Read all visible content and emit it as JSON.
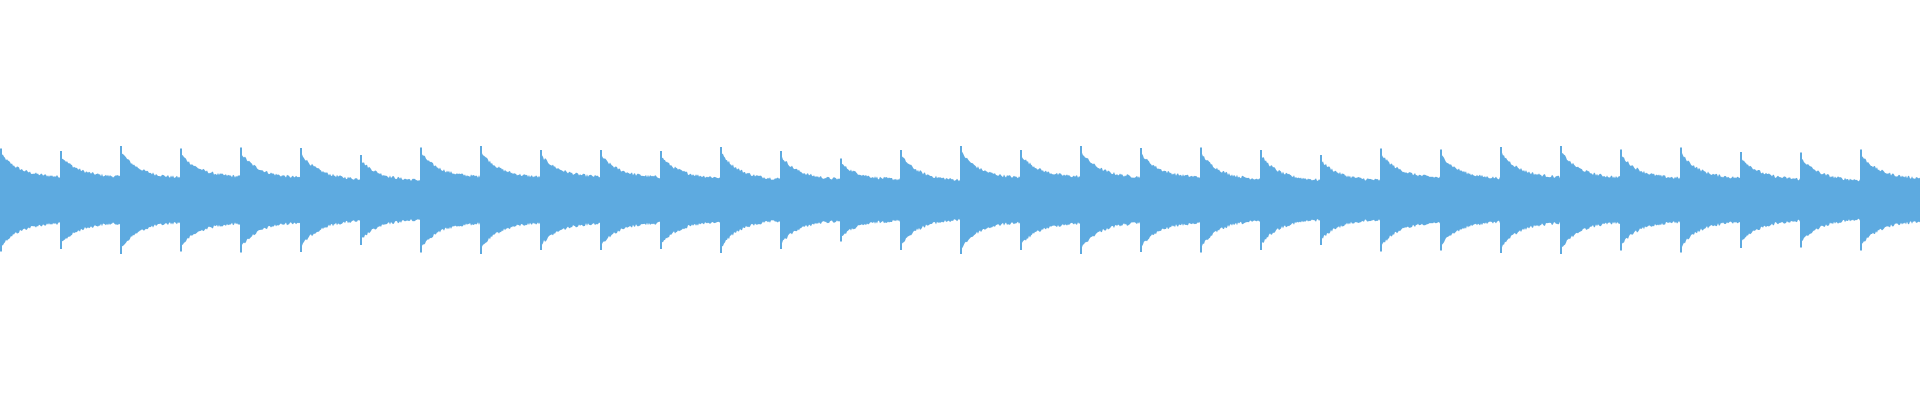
{
  "waveform": {
    "color": "#5DAAE0",
    "background": "#FFFFFF",
    "beat_count": 32,
    "peak_amplitude": 0.97,
    "tail_amplitude": 0.4,
    "decay_rate": 3.2,
    "beats": [
      {
        "peak": 0.95,
        "tail": 0.45
      },
      {
        "peak": 0.9,
        "tail": 0.45
      },
      {
        "peak": 1.0,
        "tail": 0.43
      },
      {
        "peak": 0.95,
        "tail": 0.45
      },
      {
        "peak": 0.97,
        "tail": 0.43
      },
      {
        "peak": 0.96,
        "tail": 0.4
      },
      {
        "peak": 0.82,
        "tail": 0.38
      },
      {
        "peak": 0.97,
        "tail": 0.45
      },
      {
        "peak": 1.0,
        "tail": 0.44
      },
      {
        "peak": 0.92,
        "tail": 0.45
      },
      {
        "peak": 0.92,
        "tail": 0.44
      },
      {
        "peak": 0.9,
        "tail": 0.43
      },
      {
        "peak": 0.98,
        "tail": 0.4
      },
      {
        "peak": 0.9,
        "tail": 0.4
      },
      {
        "peak": 0.75,
        "tail": 0.4
      },
      {
        "peak": 0.92,
        "tail": 0.38
      },
      {
        "peak": 1.0,
        "tail": 0.43
      },
      {
        "peak": 0.92,
        "tail": 0.45
      },
      {
        "peak": 1.0,
        "tail": 0.44
      },
      {
        "peak": 0.96,
        "tail": 0.44
      },
      {
        "peak": 0.97,
        "tail": 0.4
      },
      {
        "peak": 0.92,
        "tail": 0.38
      },
      {
        "peak": 0.82,
        "tail": 0.38
      },
      {
        "peak": 0.95,
        "tail": 0.43
      },
      {
        "peak": 0.93,
        "tail": 0.42
      },
      {
        "peak": 0.98,
        "tail": 0.44
      },
      {
        "peak": 1.0,
        "tail": 0.43
      },
      {
        "peak": 0.93,
        "tail": 0.42
      },
      {
        "peak": 0.97,
        "tail": 0.42
      },
      {
        "peak": 0.88,
        "tail": 0.4
      },
      {
        "peak": 0.87,
        "tail": 0.38
      },
      {
        "peak": 0.93,
        "tail": 0.42
      }
    ]
  }
}
